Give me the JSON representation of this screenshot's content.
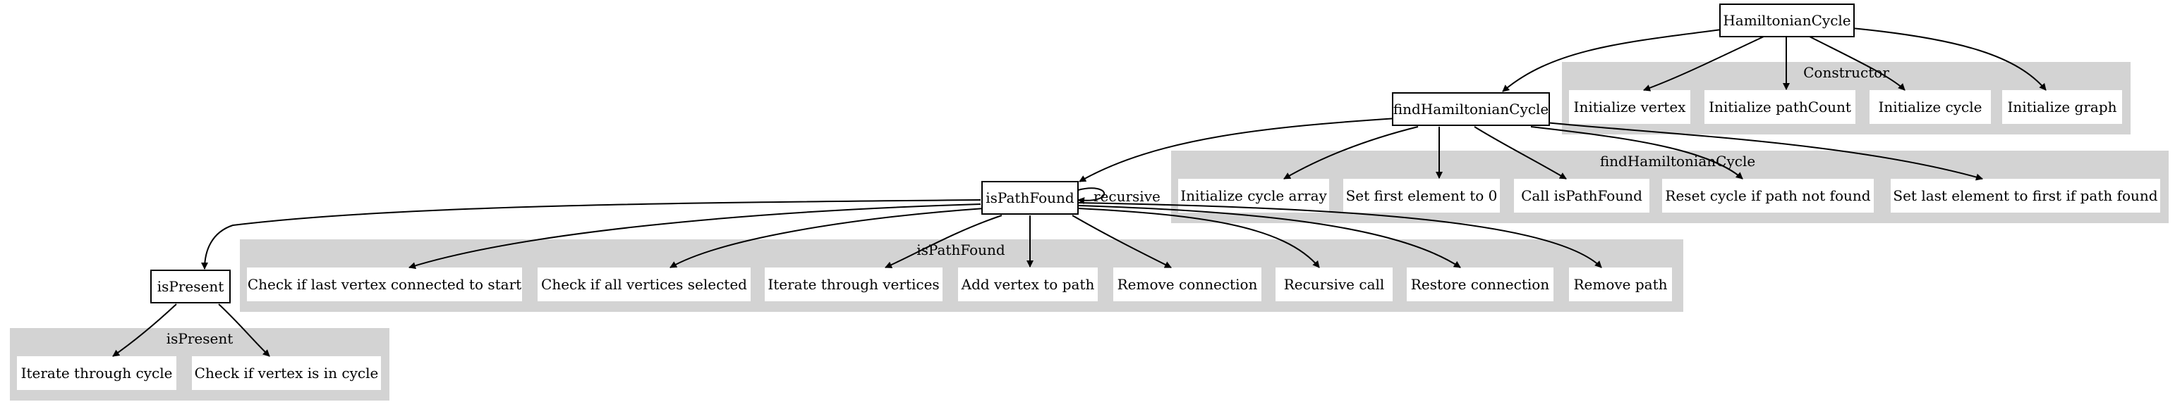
{
  "nodes": {
    "hamiltonianCycle": "HamiltonianCycle",
    "findHamiltonianCycle": "findHamiltonianCycle",
    "isPathFound": "isPathFound",
    "isPresent": "isPresent"
  },
  "clusters": {
    "constructor": {
      "label": "Constructor",
      "items": [
        "Initialize vertex",
        "Initialize pathCount",
        "Initialize cycle",
        "Initialize graph"
      ]
    },
    "findHamiltonianCycle": {
      "label": "findHamiltonianCycle",
      "items": [
        "Initialize cycle array",
        "Set first element to 0",
        "Call isPathFound",
        "Reset cycle if path not found",
        "Set last element to first if path found"
      ]
    },
    "isPathFound": {
      "label": "isPathFound",
      "items": [
        "Check if last vertex connected to start",
        "Check if all vertices selected",
        "Iterate through vertices",
        "Add vertex to path",
        "Remove connection",
        "Recursive call",
        "Restore connection",
        "Remove path"
      ]
    },
    "isPresent": {
      "label": "isPresent",
      "items": [
        "Iterate through cycle",
        "Check if vertex is in cycle"
      ]
    }
  },
  "edge_labels": {
    "recursive": "recursive"
  }
}
